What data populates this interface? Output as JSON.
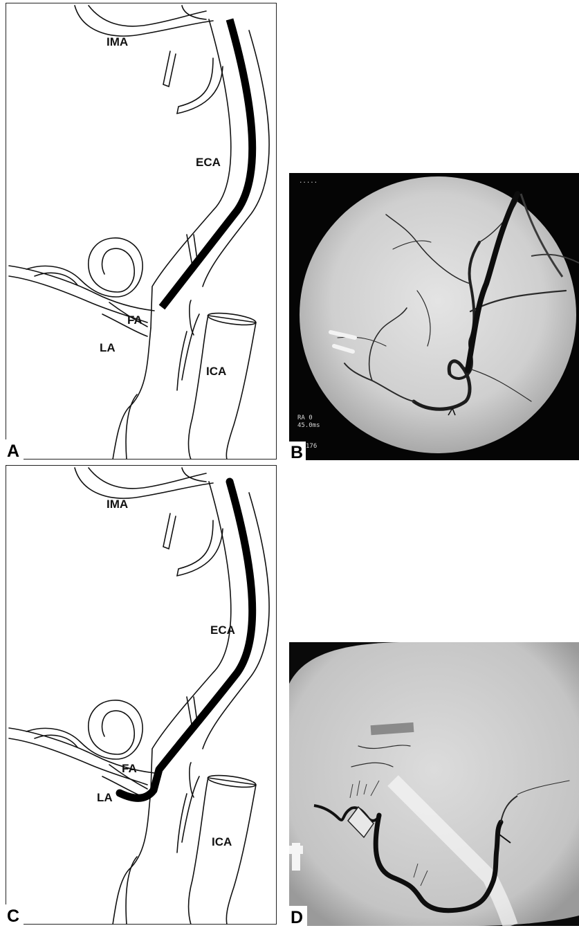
{
  "panels": {
    "a": {
      "letter": "A",
      "labels": {
        "ima": "IMA",
        "eca": "ECA",
        "fa": "FA",
        "la": "LA",
        "ica": "ICA"
      }
    },
    "b": {
      "letter": "B",
      "overlay": {
        "line1": "RA  0",
        "line2": "45.0ms",
        "line3": "176"
      }
    },
    "c": {
      "letter": "C",
      "labels": {
        "ima": "IMA",
        "eca": "ECA",
        "fa": "FA",
        "la": "LA",
        "ica": "ICA"
      }
    },
    "d": {
      "letter": "D"
    }
  },
  "colors": {
    "ink": "#111111",
    "catheter": "#000000",
    "angio_bg": "#050505"
  }
}
